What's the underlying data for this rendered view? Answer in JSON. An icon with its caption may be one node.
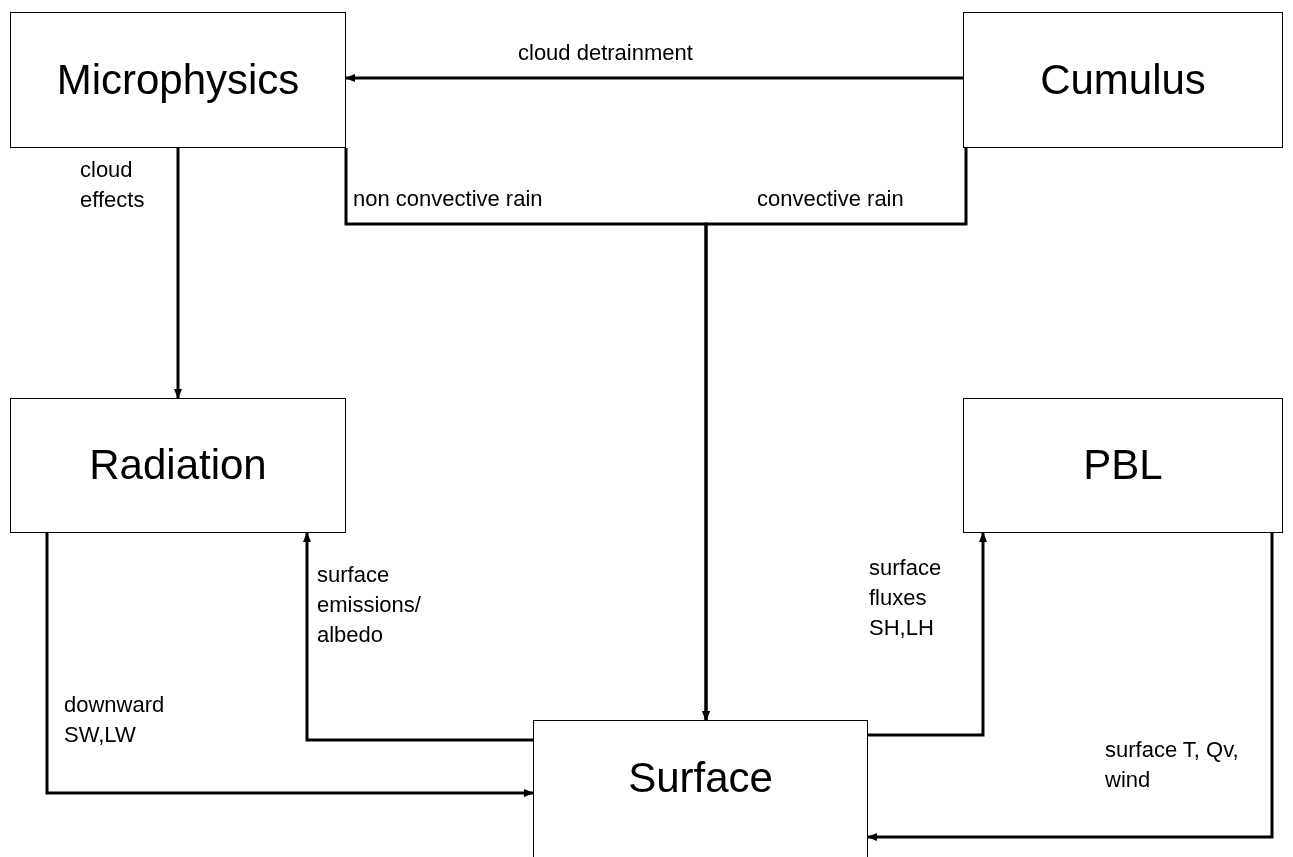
{
  "diagram": {
    "nodes": [
      {
        "text": [
          "Microphysics"
        ]
      },
      {
        "text": [
          "Cumulus"
        ]
      },
      {
        "text": [
          "Radiation"
        ]
      },
      {
        "text": [
          "PBL"
        ]
      },
      {
        "text": [
          "Surface"
        ]
      }
    ],
    "edges": [
      {
        "from": 1,
        "to": 0,
        "arrow": "to",
        "label": "cloud detrainment"
      },
      {
        "from": 0,
        "to": 4,
        "arrow": "to",
        "label": "non convective rain"
      },
      {
        "from": 1,
        "to": 4,
        "arrow": "to",
        "label": "convective rain"
      },
      {
        "from": 0,
        "to": 2,
        "arrow": "to",
        "label": "cloud effects"
      },
      {
        "from": 4,
        "to": 2,
        "arrow": "to",
        "label": "surface emissions/ albedo"
      },
      {
        "from": 4,
        "to": 3,
        "arrow": "to",
        "label": "surface fluxes SH,LH"
      },
      {
        "from": 2,
        "to": 4,
        "arrow": "to",
        "label": "downward SW,LW"
      },
      {
        "from": 3,
        "to": 4,
        "arrow": "to",
        "label": "surface T, Qv, wind"
      }
    ]
  }
}
